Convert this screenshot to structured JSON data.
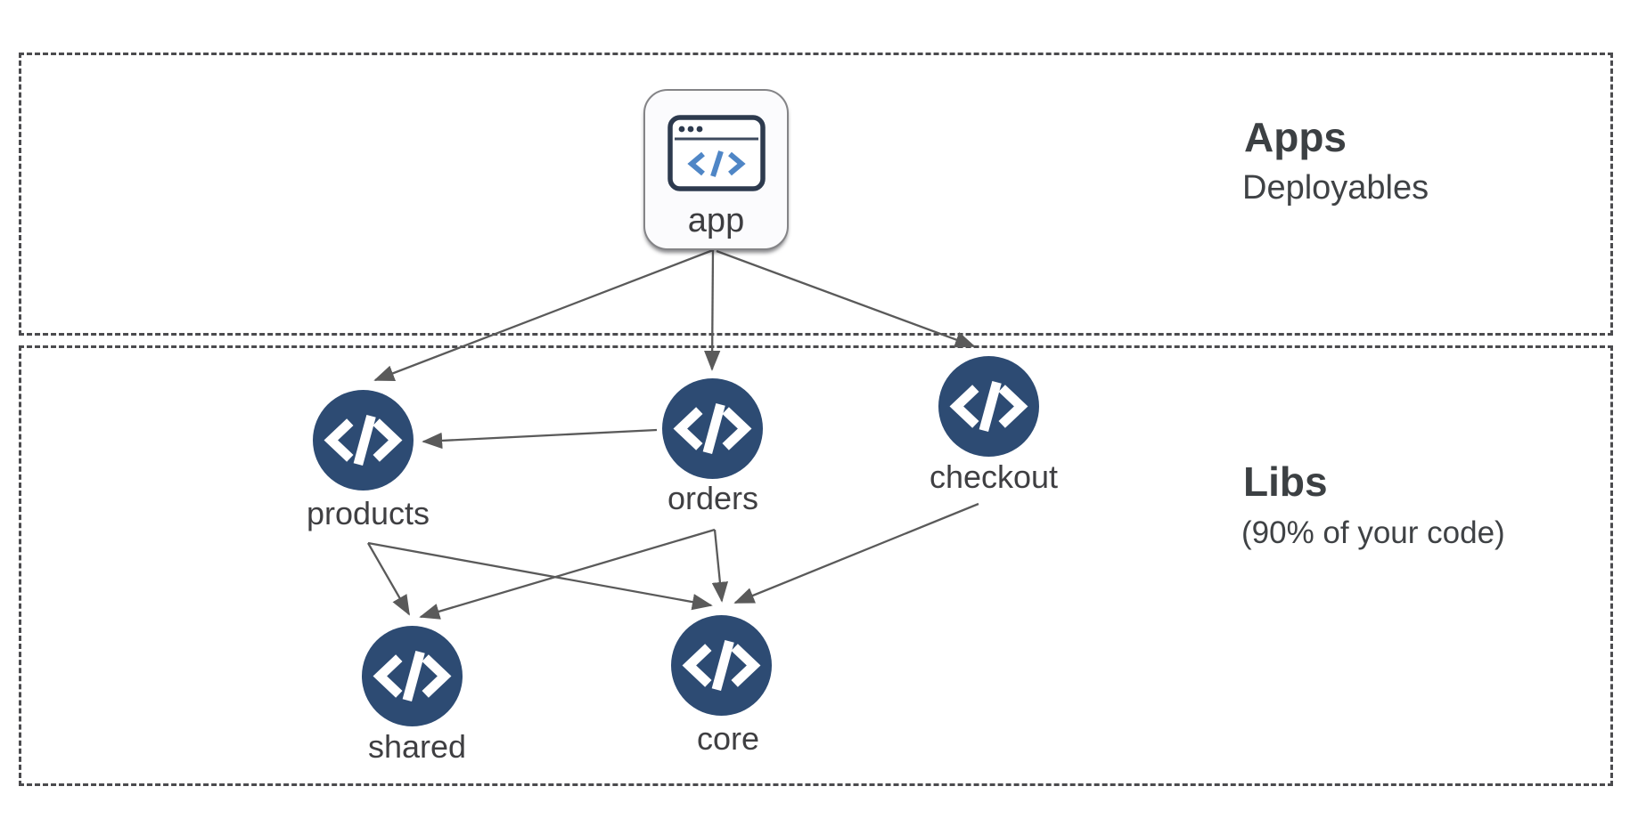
{
  "diagram": {
    "zones": [
      {
        "id": "apps",
        "title": "Apps",
        "subtitle": "Deployables"
      },
      {
        "id": "libs",
        "title": "Libs",
        "subtitle": "(90% of your code)"
      }
    ],
    "nodes": [
      {
        "id": "app",
        "label": "app",
        "type": "application",
        "zone": "apps",
        "icon": "browser-window-icon"
      },
      {
        "id": "products",
        "label": "products",
        "type": "library",
        "zone": "libs",
        "icon": "code-icon"
      },
      {
        "id": "orders",
        "label": "orders",
        "type": "library",
        "zone": "libs",
        "icon": "code-icon"
      },
      {
        "id": "checkout",
        "label": "checkout",
        "type": "library",
        "zone": "libs",
        "icon": "code-icon"
      },
      {
        "id": "shared",
        "label": "shared",
        "type": "library",
        "zone": "libs",
        "icon": "code-icon"
      },
      {
        "id": "core",
        "label": "core",
        "type": "library",
        "zone": "libs",
        "icon": "code-icon"
      }
    ],
    "edges": [
      {
        "from": "app",
        "to": "products"
      },
      {
        "from": "app",
        "to": "orders"
      },
      {
        "from": "app",
        "to": "checkout"
      },
      {
        "from": "orders",
        "to": "products"
      },
      {
        "from": "products",
        "to": "shared"
      },
      {
        "from": "products",
        "to": "core"
      },
      {
        "from": "orders",
        "to": "shared"
      },
      {
        "from": "orders",
        "to": "core"
      },
      {
        "from": "checkout",
        "to": "core"
      }
    ],
    "colors": {
      "node_fill": "#2d4b73",
      "arrow": "#5a5a5a",
      "dashed_border": "#4b4b4e",
      "text": "#3f4245",
      "icon_blue": "#4f86c6",
      "icon_navy": "#2d3a4e"
    }
  }
}
